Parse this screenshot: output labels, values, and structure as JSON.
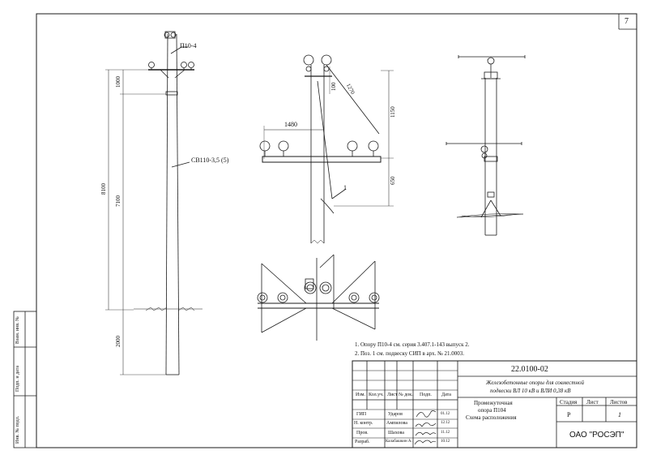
{
  "sheet_number": "7",
  "left_pole": {
    "top_label": "П10-4",
    "pole_label": "СВ110-3,5 (5)",
    "dims": {
      "d1000": "1000",
      "d8100": "8100",
      "d7100": "7100",
      "d2000": "2000"
    }
  },
  "center_view": {
    "dims": {
      "d1480": "1480",
      "d100": "100",
      "d1270": "1270",
      "d1150": "1150",
      "d650": "650"
    },
    "callout": "1"
  },
  "notes": [
    "1. Опору П10-4 см. серия 3.407.1-143 выпуск 2.",
    "2. Поз. 1 см. подвеску СИП в арх. № 21.0003."
  ],
  "left_margin": {
    "vzam": "Взам. инв. №",
    "podp": "Подп. и дата",
    "inv": "Инв. № подл."
  },
  "title_block": {
    "code": "22.0100-02",
    "title_line1": "Железобетонные опоры для совместной",
    "title_line2": "подвески ВЛ 10 кВ и ВЛИ 0,38 кВ",
    "drawing_line1": "Промежуточная",
    "drawing_line2": "опора П104",
    "drawing_line3": "Схема расположения",
    "col_headers": [
      "Изм.",
      "Кол.уч.",
      "Лист",
      "№ док.",
      "Подп.",
      "Дата"
    ],
    "stage_header": "Стадия",
    "sheet_header": "Лист",
    "sheets_header": "Листов",
    "stage_value": "Р",
    "sheet_value": "1",
    "company": "ОАО \"РОСЭП\"",
    "signers": [
      {
        "role": "ГИП",
        "name": "Ударов",
        "date": "01.12"
      },
      {
        "role": "Н. контр.",
        "name": "Ампилова",
        "date": "12.12"
      },
      {
        "role": "Пров.",
        "name": "Шахова",
        "date": "11.12"
      },
      {
        "role": "Разраб.",
        "name": "Калабашкин А.",
        "date": "10.12"
      }
    ]
  }
}
